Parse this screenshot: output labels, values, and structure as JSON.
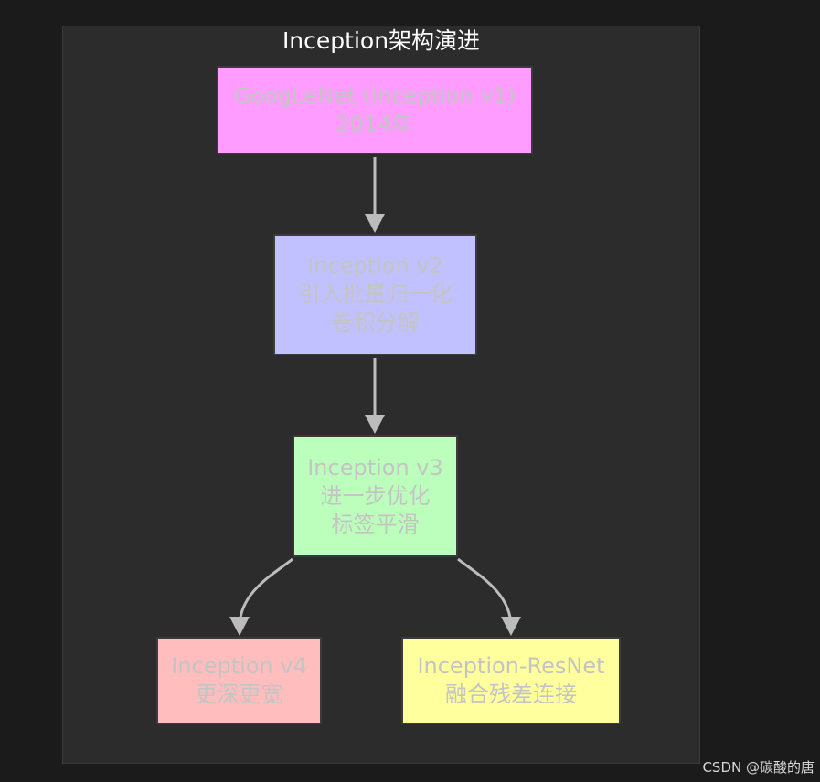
{
  "diagram": {
    "title": "Inception架构演进",
    "nodes": [
      {
        "id": "v1",
        "lines": [
          "GoogLeNet (Inception v1)",
          "2014年"
        ],
        "color": "#ff9cff"
      },
      {
        "id": "v2",
        "lines": [
          "Inception v2",
          "引入批量归一化",
          "卷积分解"
        ],
        "color": "#c1c1ff"
      },
      {
        "id": "v3",
        "lines": [
          "Inception v3",
          "进一步优化",
          "标签平滑"
        ],
        "color": "#bcffbc"
      },
      {
        "id": "v4",
        "lines": [
          "Inception v4",
          "更深更宽"
        ],
        "color": "#ffbdbe"
      },
      {
        "id": "resnet",
        "lines": [
          "Inception-ResNet",
          "融合残差连接"
        ],
        "color": "#ffff9e"
      }
    ],
    "edges": [
      {
        "from": "v1",
        "to": "v2"
      },
      {
        "from": "v2",
        "to": "v3"
      },
      {
        "from": "v3",
        "to": "v4"
      },
      {
        "from": "v3",
        "to": "resnet"
      }
    ],
    "edge_color": "#bcbcbc",
    "background_color": "#2c2c2c"
  },
  "watermark": "CSDN @碳酸的唐"
}
